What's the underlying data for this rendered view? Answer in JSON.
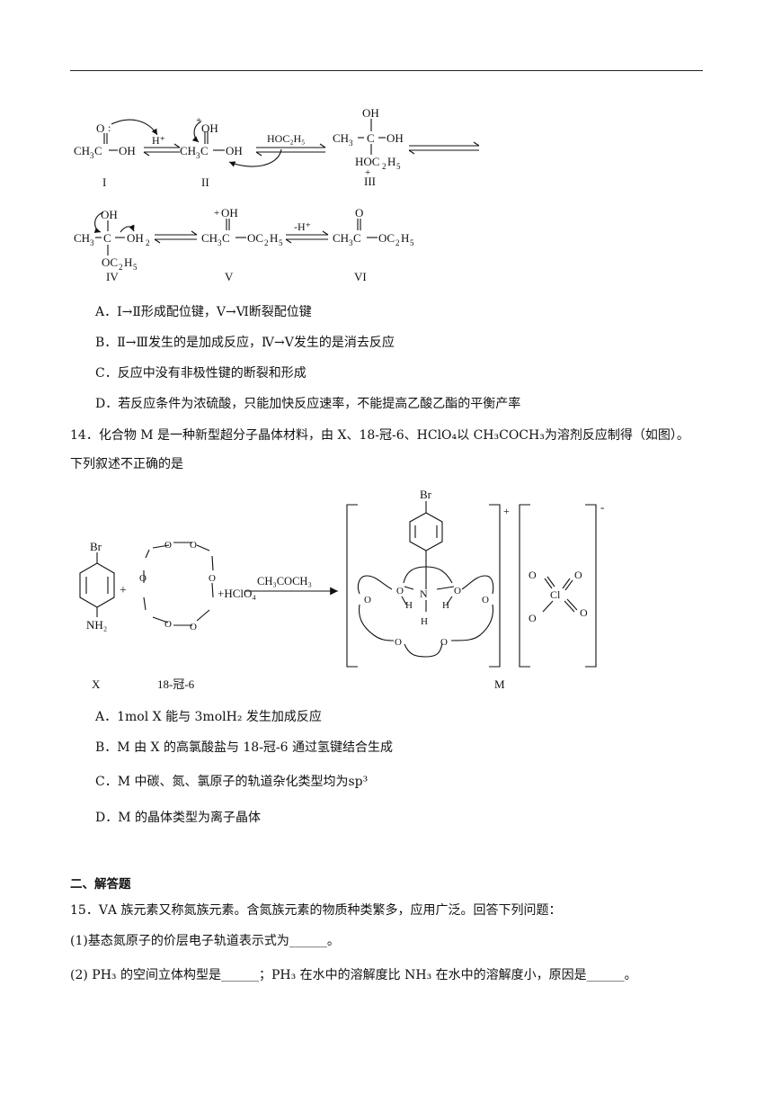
{
  "mechanism": {
    "labels": [
      "I",
      "II",
      "III",
      "IV",
      "V",
      "VI"
    ],
    "reagent_h_plus": "H⁺",
    "reagent_ethanol": "HOC₂H₅",
    "reagent_minus_h": "-H⁺"
  },
  "q13_options": {
    "A": "A．Ⅰ→Ⅱ形成配位键，Ⅴ→Ⅵ断裂配位键",
    "B": "B．Ⅱ→Ⅲ发生的是加成反应，Ⅳ→Ⅴ发生的是消去反应",
    "C": "C．反应中没有非极性键的断裂和形成",
    "D": "D．若反应条件为浓硫酸，只能加快反应速率，不能提高乙酸乙酯的平衡产率"
  },
  "q14": {
    "stem_line1": "14．化合物 M 是一种新型超分子晶体材料，由 X、18-冠-6、HClO₄以 CH₃COCH₃为溶剂反应制得（如图）。",
    "stem_line2": "下列叙述不正确的是",
    "figure": {
      "label_x": "X",
      "label_crown": "18-冠-6",
      "label_m": "M",
      "solvent": "CH₃COCH₃",
      "reagent": "+HClO₄",
      "br": "Br",
      "nh2": "NH₂",
      "cl": "Cl",
      "o": "O",
      "n": "N",
      "h": "H",
      "charge_plus": "+",
      "charge_minus": "-"
    },
    "options": {
      "A": "A．1mol X 能与 3molH₂ 发生加成反应",
      "B": "B．M 由 X 的高氯酸盐与 18-冠-6 通过氢键结合生成",
      "C": "C．M 中碳、氮、氯原子的轨道杂化类型均为sp³",
      "D": "D．M 的晶体类型为离子晶体"
    }
  },
  "section2": {
    "title": "二、解答题",
    "q15_stem": "15．ⅤA 族元素又称氮族元素。含氮族元素的物质种类繁多，应用广泛。回答下列问题：",
    "q15_1": "(1)基态氮原子的价层电子轨道表示式为______。",
    "q15_2": "(2) PH₃ 的空间立体构型是______；PH₃ 在水中的溶解度比 NH₃ 在水中的溶解度小，原因是______。"
  }
}
